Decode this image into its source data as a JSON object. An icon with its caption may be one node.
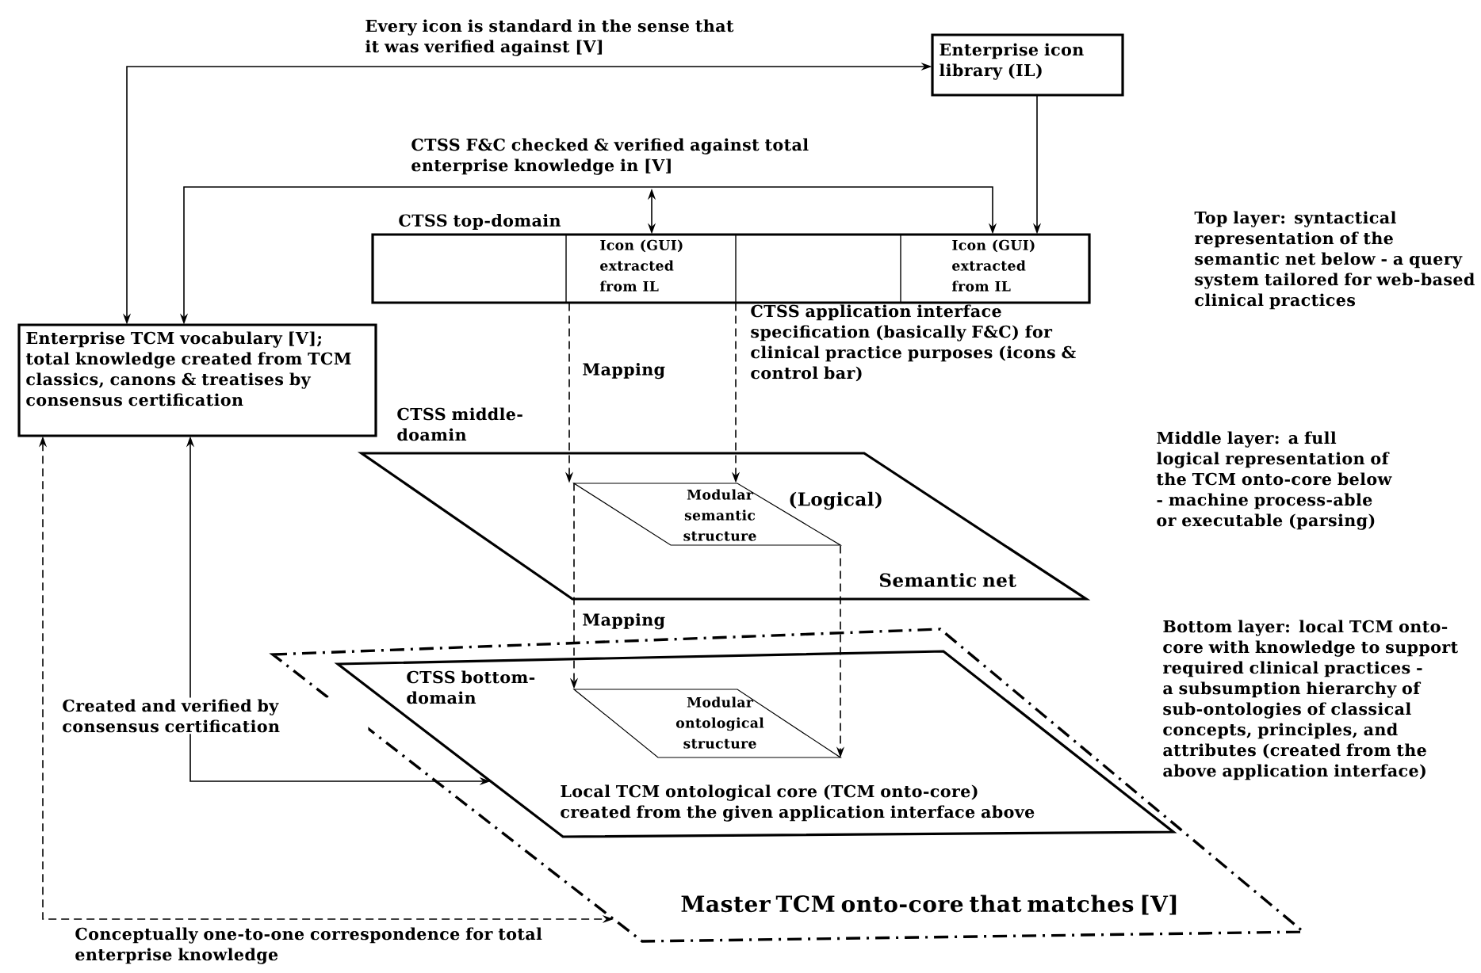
{
  "diagram": {
    "nodes": [
      {
        "text": [
          "Enterprise icon library (IL)"
        ]
      },
      {
        "text": [
          "Enterprise TCM vocabulary [V]; total knowledge created from TCM classics, canons & treatises by consensus certification"
        ]
      },
      {
        "text": [
          "CTSS top-domain"
        ]
      },
      {
        "text": [
          "Icon (GUI) extracted from IL"
        ],
        "in": 2
      },
      {
        "text": [
          "Icon (GUI) extracted from IL"
        ],
        "in": 2
      },
      {
        "text": [
          "CTSS middle-doamin",
          "(Logical)",
          "Semantic net"
        ]
      },
      {
        "text": [
          "Modular semantic structure"
        ],
        "in": 5
      },
      {
        "text": [
          "CTSS bottom-domain",
          "Local TCM ontological core (TCM onto-core) created from the given application interface above"
        ],
        "in": 9
      },
      {
        "text": [
          "Modular ontological structure"
        ],
        "in": 7
      },
      {
        "text": [
          "Master TCM onto-core that matches [V]"
        ]
      }
    ],
    "edges": [
      {
        "from": 1,
        "to": 0,
        "arrow": "both",
        "label": "Every icon is standard in the sense that it was verified against [V]"
      },
      {
        "from": 1,
        "to": 4,
        "arrow": "both",
        "label": "CTSS F&C checked & verified against total enterprise knowledge in [V]"
      },
      {
        "from": null,
        "to": 2,
        "arrow": "both"
      },
      {
        "from": 0,
        "to": 4,
        "arrow": "to"
      },
      {
        "from": 3,
        "to": 6,
        "arrow": "to",
        "style": "dashed",
        "label": "Mapping"
      },
      {
        "from": 2,
        "to": 6,
        "arrow": "to",
        "style": "dashed"
      },
      {
        "from": 6,
        "to": 8,
        "arrow": "to",
        "style": "dashed",
        "label": "Mapping"
      },
      {
        "from": 6,
        "to": 8,
        "arrow": "to",
        "style": "dashed"
      },
      {
        "from": 1,
        "to": 7,
        "arrow": "both",
        "label": "Created and verified by consensus certification"
      },
      {
        "from": 1,
        "to": 9,
        "arrow": "both",
        "style": "dashed",
        "label": "Conceptually one-to-one correspondence for total enterprise knowledge"
      }
    ],
    "labels": [
      "CTSS application interface specification (basically F&C) for clinical practice purposes (icons & control bar)",
      "Top layer: syntactical representation of the semantic net below - a query system tailored for web-based clinical practices",
      "Middle layer: a full logical representation of the TCM onto-core below - machine process-able or executable (parsing)",
      "Bottom layer: local TCM onto-core with knowledge to support required clinical practices - a subsumption hierarchy of sub-ontologies of classical concepts, principles, and attributes (created from the above application interface)"
    ]
  }
}
